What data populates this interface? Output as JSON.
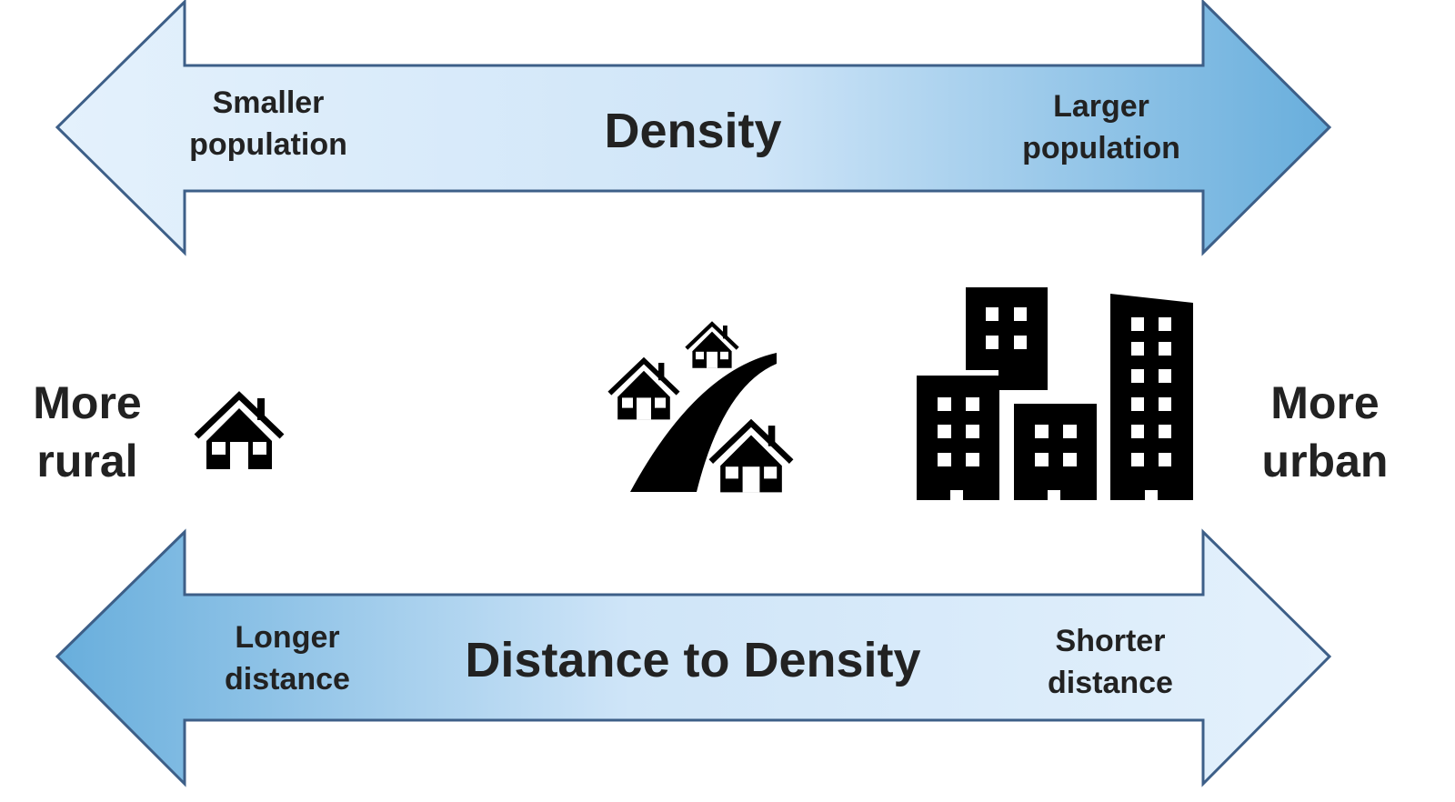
{
  "top_arrow": {
    "title": "Density",
    "left_label": [
      "Smaller",
      "population"
    ],
    "right_label": [
      "Larger",
      "population"
    ]
  },
  "bottom_arrow": {
    "title": "Distance to Density",
    "left_label": [
      "Longer",
      "distance"
    ],
    "right_label": [
      "Shorter",
      "distance"
    ]
  },
  "left_side": [
    "More",
    "rural"
  ],
  "right_side": [
    "More",
    "urban"
  ],
  "icons": [
    "rural-house-icon",
    "suburban-houses-road-icon",
    "urban-buildings-icon"
  ],
  "colors": {
    "arrow_light": "#e4f1fc",
    "arrow_dark": "#68aedc",
    "arrow_border": "#3d5f88",
    "icon": "#000000"
  }
}
